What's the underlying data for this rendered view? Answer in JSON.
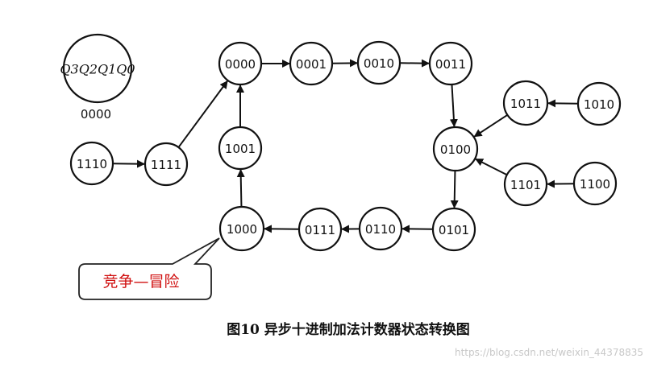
{
  "legend": {
    "variables": "Q3Q2Q1Q0",
    "state": "0000"
  },
  "nodes": [
    {
      "id": "n0000",
      "label": "0000"
    },
    {
      "id": "n0001",
      "label": "0001"
    },
    {
      "id": "n0010",
      "label": "0010"
    },
    {
      "id": "n0011",
      "label": "0011"
    },
    {
      "id": "n0100",
      "label": "0100"
    },
    {
      "id": "n0101",
      "label": "0101"
    },
    {
      "id": "n0110",
      "label": "0110"
    },
    {
      "id": "n0111",
      "label": "0111"
    },
    {
      "id": "n1000",
      "label": "1000"
    },
    {
      "id": "n1001",
      "label": "1001"
    },
    {
      "id": "n1010",
      "label": "1010"
    },
    {
      "id": "n1011",
      "label": "1011"
    },
    {
      "id": "n1100",
      "label": "1100"
    },
    {
      "id": "n1101",
      "label": "1101"
    },
    {
      "id": "n1110",
      "label": "1110"
    },
    {
      "id": "n1111",
      "label": "1111"
    }
  ],
  "edges": [
    [
      "n0000",
      "n0001"
    ],
    [
      "n0001",
      "n0010"
    ],
    [
      "n0010",
      "n0011"
    ],
    [
      "n0011",
      "n0100"
    ],
    [
      "n0100",
      "n0101"
    ],
    [
      "n0101",
      "n0110"
    ],
    [
      "n0110",
      "n0111"
    ],
    [
      "n0111",
      "n1000"
    ],
    [
      "n1000",
      "n1001"
    ],
    [
      "n1001",
      "n0000"
    ],
    [
      "n1010",
      "n1011"
    ],
    [
      "n1011",
      "n0100"
    ],
    [
      "n1100",
      "n1101"
    ],
    [
      "n1101",
      "n0100"
    ],
    [
      "n1110",
      "n1111"
    ],
    [
      "n1111",
      "n0000"
    ]
  ],
  "callout": {
    "text": "竞争—冒险"
  },
  "caption": {
    "text": "图10   异步十进制加法计数器状态转换图"
  },
  "watermark": {
    "text": "https://blog.csdn.net/weixin_44378835"
  },
  "colors": {
    "line": "#111111",
    "callout_text": "#d01010",
    "callout_border": "#222222",
    "watermark": "#c8c8c8"
  }
}
